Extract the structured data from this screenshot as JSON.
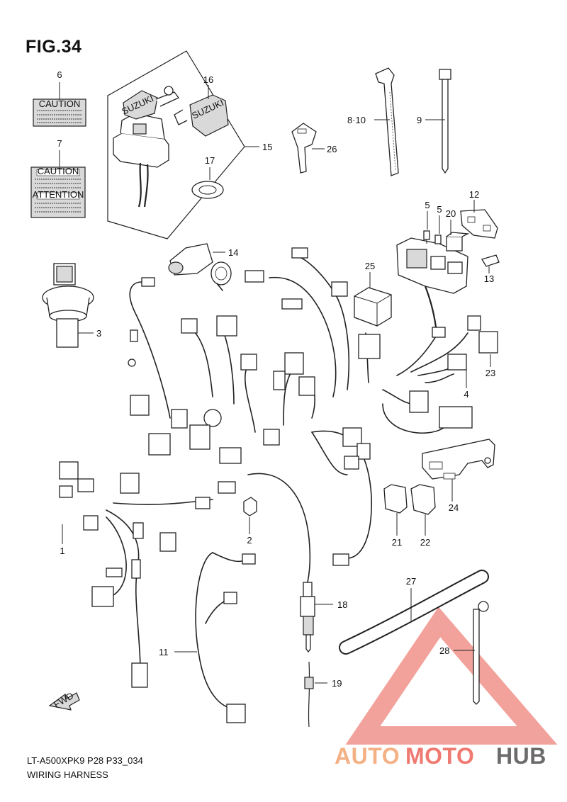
{
  "figure": {
    "title": "FIG.34"
  },
  "footer": {
    "model_code": "LT-A500XPK9 P28 P33_034",
    "caption": "WIRING HARNESS"
  },
  "labels": {
    "l1": "1",
    "l2": "2",
    "l3": "3",
    "l4": "4",
    "l5a": "5",
    "l5b": "5",
    "l6": "6",
    "l7": "7",
    "l8_10": "8·10",
    "l9": "9",
    "l11": "11",
    "l12": "12",
    "l13": "13",
    "l14": "14",
    "l15": "15",
    "l16": "16",
    "l17": "17",
    "l18": "18",
    "l19": "19",
    "l20": "20",
    "l21": "21",
    "l22": "22",
    "l23": "23",
    "l24": "24",
    "l25": "25",
    "l26": "26",
    "l27": "27",
    "l28": "28"
  },
  "decals": {
    "caution_small": "CAUTION",
    "caution_large": "CAUTION",
    "attention": "ATTENTION"
  },
  "key_brand": "SUZUKI",
  "fwd_arrow": "FWD",
  "watermark": {
    "part1": "AUTO",
    "part2": "MOTO",
    "part3": "HUB",
    "colors": {
      "auto": "#f4b184",
      "moto": "#ef7a72",
      "hub": "#6b6b6b",
      "triangle": "#f19891"
    }
  }
}
